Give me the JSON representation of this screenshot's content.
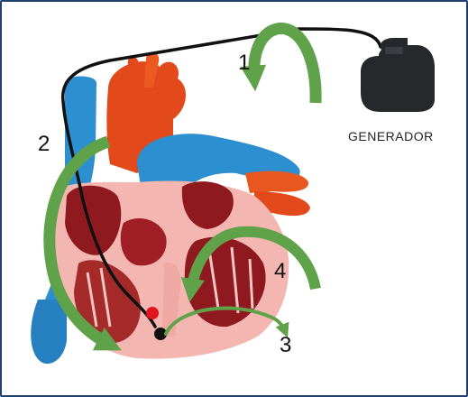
{
  "labels": {
    "generator": "GENERADOR",
    "step1": "1",
    "step2": "2",
    "step3": "3",
    "step4": "4"
  },
  "colors": {
    "border": "#1f3f6e",
    "arrow_green": "#5fa24a",
    "aorta": "#e24a1c",
    "vena": "#2c8fd0",
    "myocardium": "#f3b6b0",
    "chamber": "#8e1a20",
    "lead": "#111111",
    "electrode_red": "#e0151f",
    "generator": "#26282c"
  },
  "icons": [
    "pacemaker-generator-icon",
    "heart-illustration",
    "pacing-lead-wire"
  ]
}
